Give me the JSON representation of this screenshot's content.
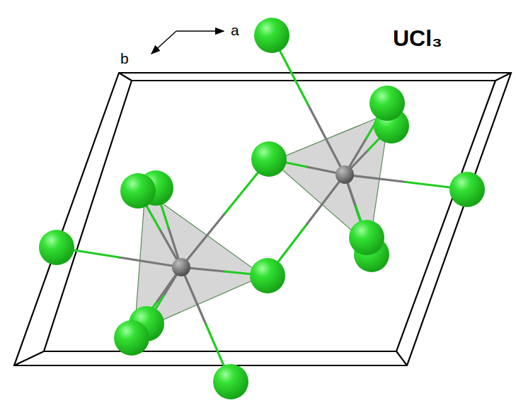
{
  "diagram": {
    "title": "UCl₃",
    "labels": [
      "a",
      "b"
    ]
  }
}
